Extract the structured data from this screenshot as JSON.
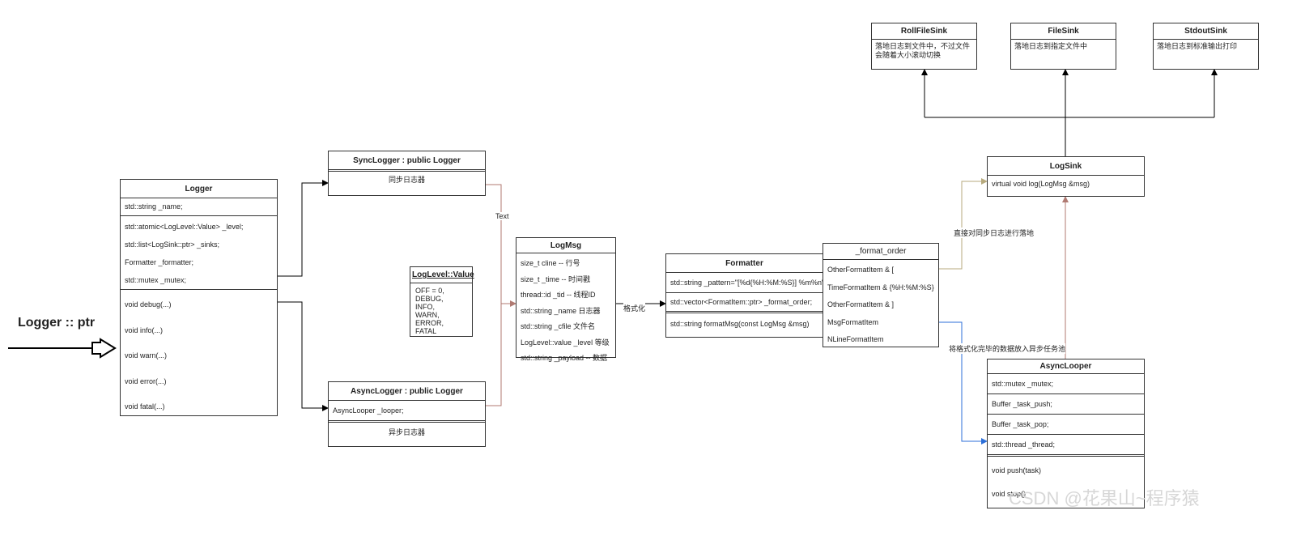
{
  "logger": {
    "title": "Logger",
    "name_field": "std::string _name;",
    "fields": [
      "std::atomic<LogLevel::Value> _level;",
      "std::list<LogSink::ptr> _sinks;",
      "Formatter _formatter;",
      "std::mutex _mutex;"
    ],
    "methods": [
      "void debug(...)",
      "void info(...)",
      "void warn(...)",
      "void error(...)",
      "void fatal(...)"
    ]
  },
  "logger_ptr_label": "Logger :: ptr",
  "sync_logger": {
    "title": "SyncLogger : public Logger",
    "desc": "同步日志器"
  },
  "async_logger": {
    "title": "AsyncLogger : public Logger",
    "field": "AsyncLooper _looper;",
    "desc": "异步日志器"
  },
  "log_level": {
    "title": "LogLevel::Value",
    "values": "OFF = 0,\nDEBUG,\nINFO,\nWARN,\nERROR,\nFATAL"
  },
  "log_msg": {
    "title": "LogMsg",
    "fields": [
      "size_t cline -- 行号",
      "size_t _time -- 时间戳",
      "thread::id _tid -- 线程ID",
      "std::string _name 日志器",
      "std::string _cfile 文件名",
      "LogLevel::value _level 等级",
      "std::string _payload -- 数据"
    ]
  },
  "formatter": {
    "title": "Formatter",
    "pattern": "std::string _pattern=\"[%d{%H:%M:%S}] %m%n\";",
    "order_field": "std::vector<FormatItem::ptr> _format_order;",
    "method": "std::string formatMsg(const LogMsg &msg)"
  },
  "format_order": {
    "title": "_format_order",
    "items": [
      "OtherFormatItem & [",
      "TimeFormatItem & {%H:%M:%S}",
      "OtherFormatItem & ]",
      "MsgFormatItem",
      "NLineFormatItem"
    ]
  },
  "log_sink": {
    "title": "LogSink",
    "method": "virtual void log(LogMsg &msg)"
  },
  "roll_file_sink": {
    "title": "RollFileSink",
    "desc": "落地日志到文件中，不过文件会随着大小滚动切换"
  },
  "file_sink": {
    "title": "FileSink",
    "desc": "落地日志到指定文件中"
  },
  "stdout_sink": {
    "title": "StdoutSink",
    "desc": "落地日志到标准输出打印"
  },
  "async_looper": {
    "title": "AsyncLooper",
    "fields": [
      "std::mutex _mutex;",
      "Buffer _task_push;",
      "Buffer _task_pop;",
      "std::thread _thread;"
    ],
    "methods": [
      "void push(task)",
      "void stop()"
    ]
  },
  "edge_labels": {
    "text": "Text",
    "format": "格式化",
    "direct_sync": "直接对同步日志进行落地",
    "to_async_pool": "将格式化完毕的数据放入异步任务池"
  },
  "watermark": "CSDN @花果山~程序猿",
  "colors": {
    "line": "#000000",
    "brown": "#b07a72",
    "olive": "#b7aa7e",
    "blue": "#2d6fd8"
  }
}
